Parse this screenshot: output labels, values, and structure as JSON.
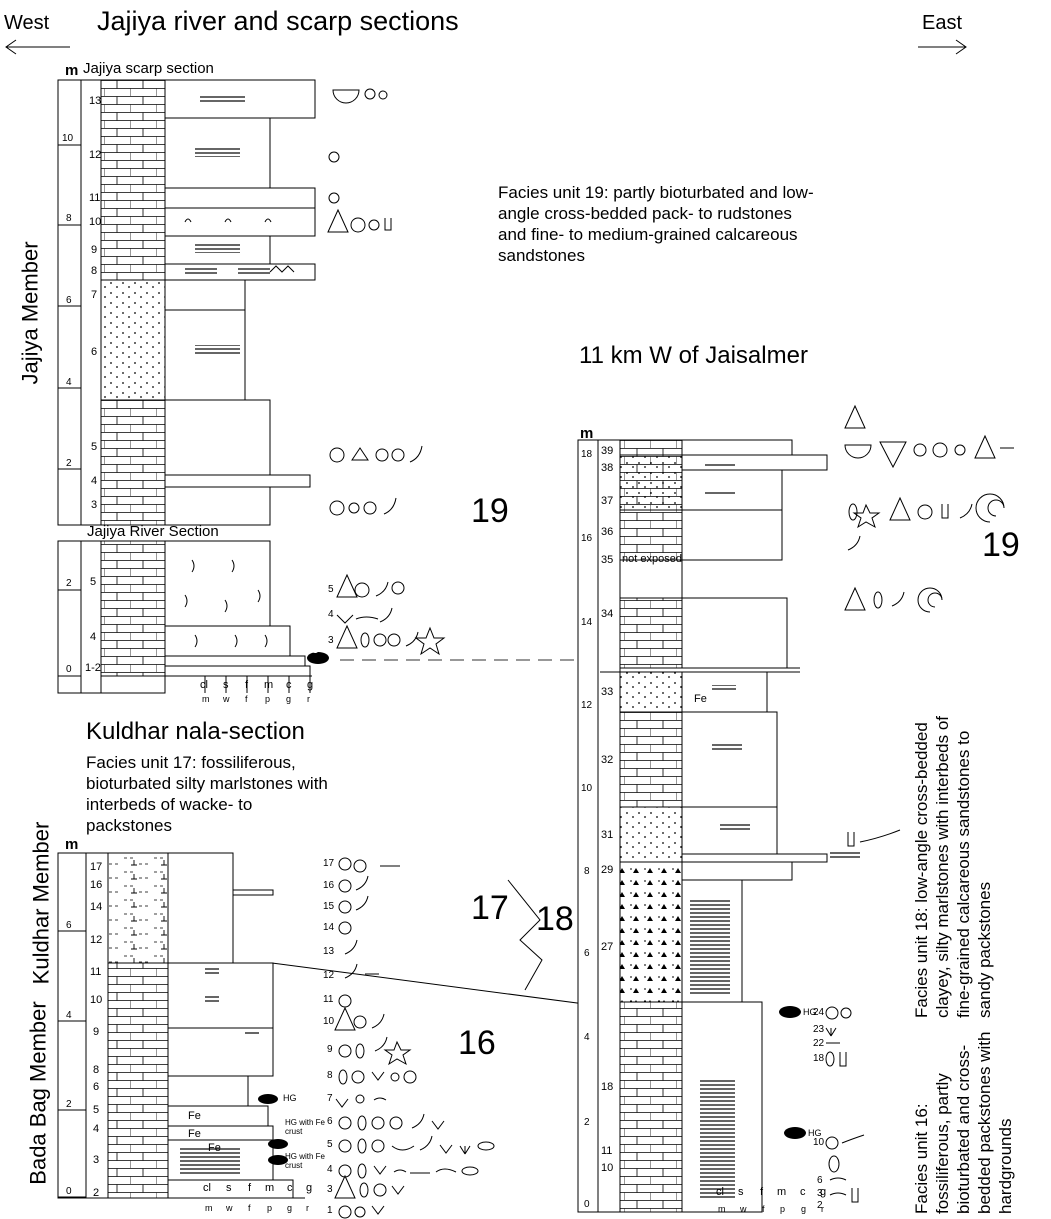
{
  "header": {
    "title": "Jajiya river and scarp sections",
    "west": "West",
    "east": "East"
  },
  "members": {
    "jajiya": "Jajiya Member",
    "kuldhar": "Kuldhar Member",
    "bada_bag": "Bada Bag Member"
  },
  "sections": {
    "jajiya_scarp": "Jajiya scarp section",
    "jajiya_river": "Jajiya River Section",
    "kuldhar_nala": "Kuldhar nala-section",
    "jaisalmer": "11 km W of Jaisalmer"
  },
  "facies": {
    "unit19": "Facies unit 19: partly bioturbated and low-angle cross-bedded pack- to rudstones and fine- to medium-grained calcareous sandstones",
    "unit17": "Facies unit 17: fossiliferous, bioturbated silty marlstones with interbeds of wacke- to packstones",
    "unit18": "Facies unit 18: low-angle cross-bedded clayey, silty marlstones with interbeds of fine-grained calcareous sandstones to sandy packstones",
    "unit16": "Facies unit 16: fossiliferous, partly bioturbated and cross-bedded packstones with hardgrounds"
  },
  "unit_labels": {
    "u19a": "19",
    "u19b": "19",
    "u17": "17",
    "u18": "18",
    "u16": "16"
  },
  "scale_unit": "m",
  "grain_top": [
    "cl",
    "s",
    "f",
    "m",
    "c",
    "g"
  ],
  "grain_bottom": [
    "m",
    "w",
    "f",
    "p",
    "g",
    "r"
  ],
  "annotations": {
    "not_exposed": "not exposed",
    "hg": "HG",
    "hg_fe_crust": "HG with Fe crust",
    "fe": "Fe"
  },
  "scarp_beds": [
    "13",
    "12",
    "11",
    "10",
    "9",
    "8",
    "7",
    "6",
    "5",
    "4",
    "3"
  ],
  "scarp_ticks": [
    "10",
    "8",
    "6",
    "4",
    "2"
  ],
  "river_beds": [
    "5",
    "4",
    "1-2"
  ],
  "river_ticks": [
    "2",
    "0"
  ],
  "kuldhar_beds": [
    "17",
    "16",
    "14",
    "12",
    "11",
    "10",
    "9",
    "8",
    "6",
    "5",
    "4",
    "3",
    "2"
  ],
  "kuldhar_ticks": [
    "6",
    "4",
    "2",
    "0"
  ],
  "jaisalmer_beds": [
    "39",
    "38",
    "37",
    "36",
    "35",
    "34",
    "33",
    "32",
    "31",
    "29",
    "27",
    "18",
    "11",
    "10"
  ],
  "jaisalmer_ticks": [
    "18",
    "16",
    "14",
    "12",
    "10",
    "8",
    "6",
    "4",
    "2",
    "0"
  ],
  "fossil_bed_numbers": [
    "17",
    "16",
    "15",
    "14",
    "13",
    "12",
    "11",
    "10",
    "9",
    "8",
    "7",
    "6",
    "5",
    "4",
    "3",
    "1"
  ],
  "jaisalmer_fossil_numbers": [
    "24",
    "23",
    "22",
    "18",
    "10",
    "6",
    "3",
    "2"
  ],
  "river_fossil_numbers": [
    "5",
    "4",
    "3"
  ]
}
